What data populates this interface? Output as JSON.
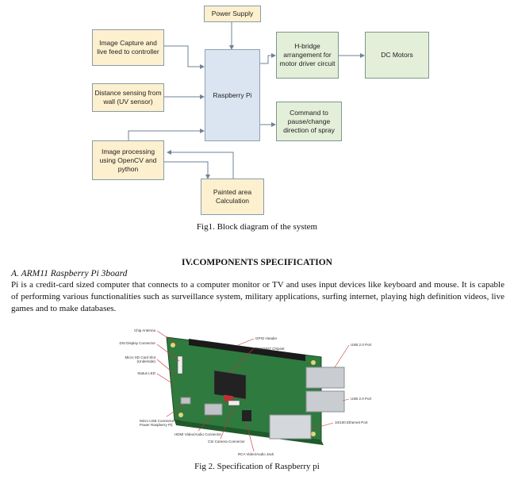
{
  "diagram": {
    "nodes": {
      "power_supply": "Power Supply",
      "image_capture": "Image Capture and live feed to controller",
      "distance_sensing": "Distance sensing from wall (UV sensor)",
      "raspberry_pi": "Raspberry Pi",
      "h_bridge": "H-bridge arrangement for motor driver circuit",
      "dc_motors": "DC Motors",
      "command": "Command to pause/change direction of spray",
      "image_processing": "Image processing using OpenCV and python",
      "painted_area": "Painted area Calculation"
    },
    "caption": "Fig1. Block diagram of the system"
  },
  "section": {
    "heading": "IV.COMPONENTS SPECIFICATION",
    "subheading": "A.   ARM11 Raspberry Pi 3board",
    "paragraph": "Pi is a credit-card sized computer that connects to a computer monitor or TV and uses input devices like keyboard and mouse. It is capable of performing various functionalities such as surveillance system, military applications, surfing internet, playing high definition videos, live games and to make databases."
  },
  "figure2": {
    "labels": {
      "chip_antenna": "Chip Antenna",
      "dsi_display": "DSI Display Connector",
      "micro_sd": "Micro SD Card Slot (Underside)",
      "status_led": "Status LED",
      "gpio": "GPIO Header",
      "chipset": "BCM2837 Chipset",
      "usb1": "USB 2.0 Port",
      "usb2": "USB 2.0 Port",
      "ethernet": "10/100 Ethernet Port",
      "micro_usb": "Micro USB Connector (To Power Raspberry Pi)",
      "hdmi": "HDMI Video/Audio Connector",
      "csi": "CSI Camera Connector",
      "rca": "RCA Video/Audio Jack"
    },
    "caption": "Fig 2. Specification of Raspberry pi"
  }
}
